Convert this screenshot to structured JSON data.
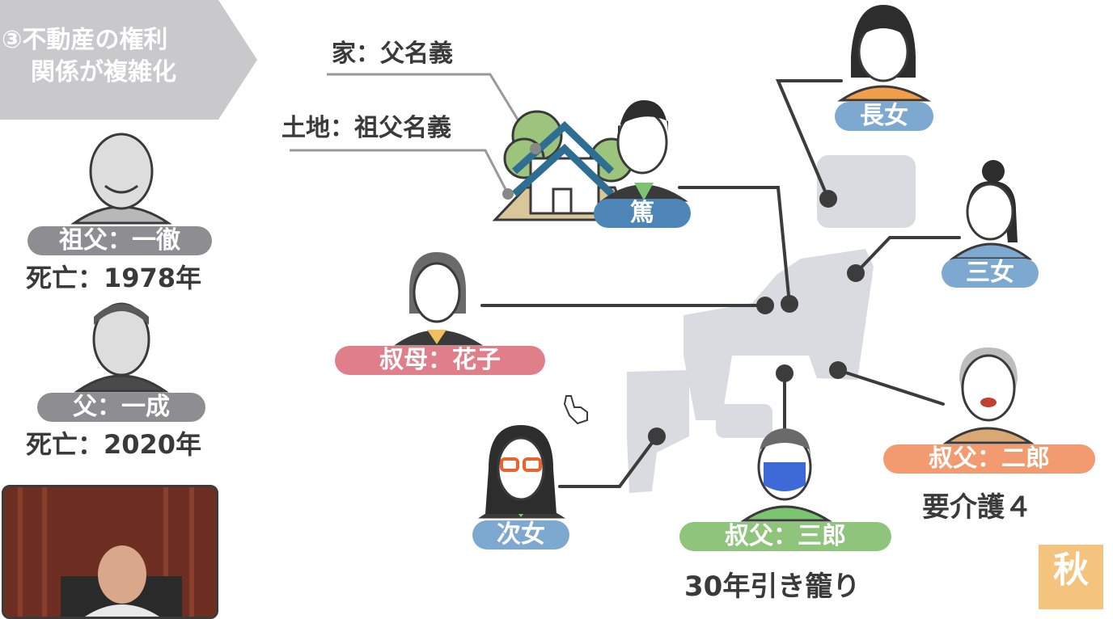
{
  "title": {
    "line1": "③不動産の権利",
    "line2": "関係が複雑化"
  },
  "left_panel": {
    "grandfather": {
      "label": "祖父：一徹",
      "death": "死亡：1978年"
    },
    "father": {
      "label": "父：一成",
      "death": "死亡：2020年"
    }
  },
  "property": {
    "house": "家：父名義",
    "land": "土地：祖父名義"
  },
  "people": {
    "atsushi": {
      "label": "篤"
    },
    "eldest_daughter": {
      "label": "長女"
    },
    "third_daughter": {
      "label": "三女"
    },
    "aunt": {
      "label": "叔母：花子"
    },
    "second_daughter": {
      "label": "次女"
    },
    "uncle_saburo": {
      "label": "叔父：三郎",
      "note": "30年引き籠り"
    },
    "uncle_jiro": {
      "label": "叔父：二郎",
      "note": "要介護４"
    }
  },
  "stamp": {
    "text": "秋"
  },
  "colors": {
    "banner": "#c9c9cb",
    "pill_gray": "#8e8e92",
    "pill_blue": "#4d86b6",
    "pill_lightblue": "#7da8cf",
    "pill_pink": "#e07e8a",
    "pill_green": "#8fc47c",
    "pill_orange": "#f29b70",
    "japan_map": "#d8dbe0",
    "connector": "#3c3c3c",
    "stamp": "#f4c47e"
  }
}
